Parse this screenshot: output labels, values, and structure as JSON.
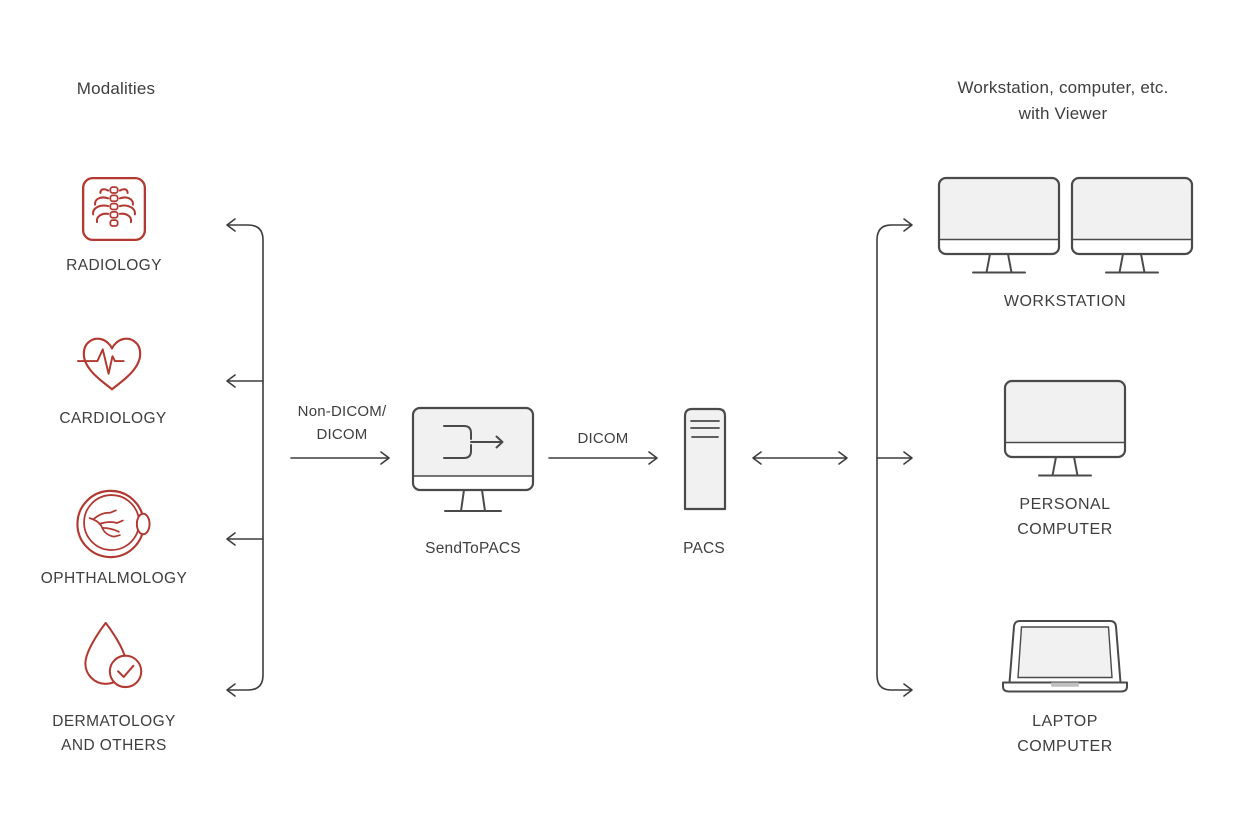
{
  "headers": {
    "modalities_title": "Modalities",
    "viewers_title_line1": "Workstation, computer, etc.",
    "viewers_title_line2": "with Viewer"
  },
  "modalities": [
    {
      "id": "radiology",
      "label": "RADIOLOGY",
      "icon": "xray-ribcage-icon"
    },
    {
      "id": "cardiology",
      "label": "CARDIOLOGY",
      "icon": "heart-ecg-icon"
    },
    {
      "id": "ophthalmology",
      "label": "OPHTHALMOLOGY",
      "icon": "eye-retina-icon"
    },
    {
      "id": "dermatology",
      "label_line1": "DERMATOLOGY",
      "label_line2": "AND OTHERS",
      "icon": "droplet-check-icon"
    }
  ],
  "pipeline": {
    "input_arrow_label_line1": "Non-DICOM/",
    "input_arrow_label_line2": "DICOM",
    "sendtopacs_label": "SendToPACS",
    "output_arrow_label": "DICOM",
    "pacs_label": "PACS"
  },
  "viewers": [
    {
      "id": "workstation",
      "label": "WORKSTATION",
      "icon": "dual-monitor-icon"
    },
    {
      "id": "personal-computer",
      "label_line1": "PERSONAL",
      "label_line2": "COMPUTER",
      "icon": "desktop-monitor-icon"
    },
    {
      "id": "laptop-computer",
      "label_line1": "LAPTOP",
      "label_line2": "COMPUTER",
      "icon": "laptop-icon"
    }
  ],
  "colors": {
    "accent_red": "#b23931",
    "stroke_dark": "#4a4a4c",
    "connector": "#3d3d3f",
    "screen_fill": "#f1f1f2",
    "text_dark": "#3e3e40"
  }
}
